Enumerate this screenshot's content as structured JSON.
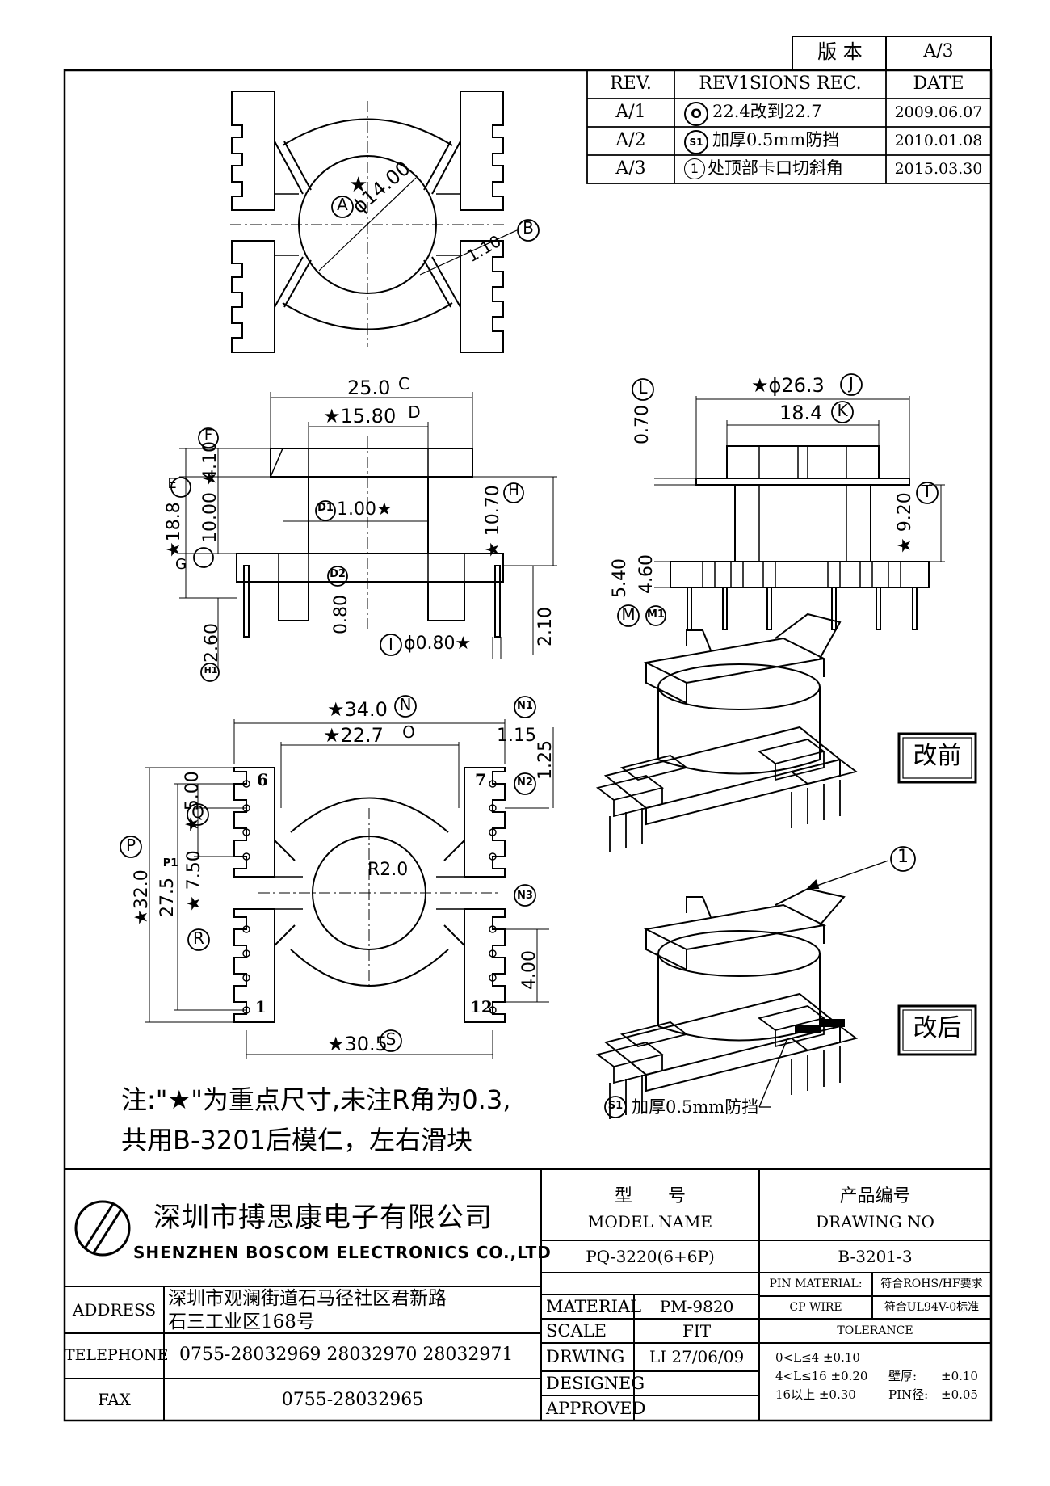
{
  "version_box": {
    "label": "版 本",
    "value": "A/3"
  },
  "revisions": {
    "headers": {
      "rev": "REV.",
      "rec": "REV1SIONS REC.",
      "date": "DATE"
    },
    "rows": [
      {
        "rev": "A/1",
        "mark": "O",
        "text": "22.4改到22.7",
        "date": "2009.06.07"
      },
      {
        "rev": "A/2",
        "mark": "S1",
        "text": "加厚0.5mm防挡",
        "date": "2010.01.08"
      },
      {
        "rev": "A/3",
        "mark": "1",
        "text": "处顶部卡口切斜角",
        "date": "2015.03.30"
      }
    ]
  },
  "dims": {
    "A": "A",
    "phi14": "ϕ14.00",
    "B": "B",
    "d110": "1.10",
    "d250": "25.0",
    "C": "C",
    "d1580": "★15.80",
    "D": "D",
    "F": "F",
    "d410": "4.10",
    "E": "E",
    "d188": "★18.8",
    "G": "G",
    "d1000": "10.00 ★",
    "D1": "D1",
    "d100": "1.00★",
    "H": "H",
    "d1070": "★ 10.70",
    "D2": "D2",
    "d080": "0.80",
    "H1": "H1",
    "d260": "2.60",
    "I": "I",
    "phi080": "ϕ0.80★",
    "d210": "2.10",
    "L": "L",
    "d070": "0.70",
    "phi263": "★ϕ26.3",
    "J": "J",
    "d184": "18.4",
    "K": "K",
    "T": "T",
    "d920": "★ 9.20",
    "d540": "5.40",
    "d460": "4.60",
    "M": "M",
    "M1": "M1",
    "d340": "★34.0",
    "N": "N",
    "d227": "★22.7",
    "O": "O",
    "N1": "N1",
    "d115": "1.15",
    "d125": "1.25",
    "N2": "N2",
    "pin6": "6",
    "pin7": "7",
    "pin1": "1",
    "pin12": "12",
    "d500": "★ 5.00",
    "Q": "Q",
    "d275": "27.5",
    "P1": "P1",
    "d320": "★32.0",
    "P": "P",
    "d750": "★ 7.50",
    "R": "R",
    "r20": "R2.0",
    "N3": "N3",
    "d400": "4.00",
    "d305": "★30.5",
    "S": "S"
  },
  "views": {
    "before_label": "改前",
    "after_label": "改后",
    "callout_1": "1",
    "s1_mark": "S1",
    "s1_text": "加厚0.5mm防挡"
  },
  "notes": {
    "line1": "注:\"★\"为重点尺寸,未注R角为0.3,",
    "line2": "共用B-3201后模仁，左右滑块"
  },
  "title_block": {
    "company_cn": "深圳市搏思康电子有限公司",
    "company_en": "SHENZHEN BOSCOM ELECTRONICS CO.,LTD",
    "model_label_cn": "型　　号",
    "model_label_en": "MODEL NAME",
    "model_value": "PQ-3220(6+6P)",
    "drawing_label_cn": "产品编号",
    "drawing_label_en": "DRAWING NO",
    "drawing_value": "B-3201-3",
    "address_label": "ADDRESS",
    "address_line1": "深圳市观澜街道石马径社区君新路",
    "address_line2": "石三工业区168号",
    "telephone_label": "TELEPHONE",
    "telephone_value": "0755-28032969 28032970 28032971",
    "fax_label": "FAX",
    "fax_value": "0755-28032965",
    "material_label": "MATERIAL",
    "material_value": "PM-9820",
    "scale_label": "SCALE",
    "scale_value": "FIT",
    "drwing_label": "DRWING",
    "drwing_value": "LI 27/06/09",
    "designeg_label": "DESIGNEG",
    "approved_label": "APPROVED",
    "pin_material_label": "PIN MATERIAL:",
    "pin_material_value": "符合ROHS/HF要求",
    "cp_wire_label": "CP WIRE",
    "cp_wire_value": "符合UL94V-0标准",
    "tolerance_label": "TOLERANCE",
    "tol1": "0<L≤4  ±0.10",
    "tol2": "4<L≤16 ±0.20",
    "tol3": "16以上    ±0.30",
    "wall_label": "壁厚:",
    "wall_value": "±0.10",
    "pin_dia_label": "PIN径:",
    "pin_dia_value": "±0.05"
  }
}
